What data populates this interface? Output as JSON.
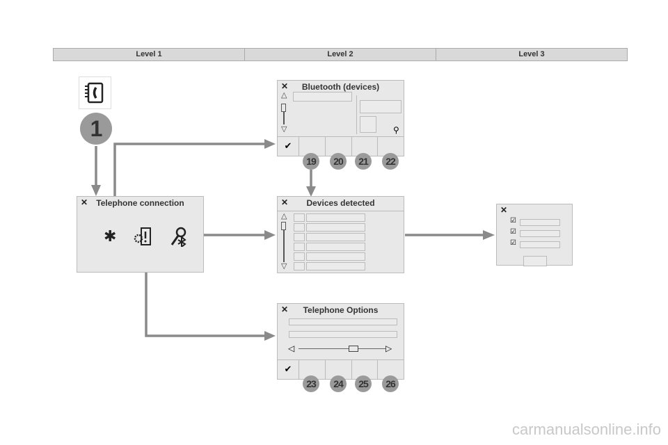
{
  "header": {
    "levels": [
      "Level 1",
      "Level 2",
      "Level 3"
    ]
  },
  "badge_main": "1",
  "panels": {
    "telephone_connection": {
      "title": "Telephone connection"
    },
    "bluetooth_devices": {
      "title": "Bluetooth (devices)",
      "confirm": "✔",
      "badges": [
        "19",
        "20",
        "21",
        "22"
      ]
    },
    "devices_detected": {
      "title": "Devices detected"
    },
    "telephone_options": {
      "title": "Telephone Options",
      "confirm": "✔",
      "badges": [
        "23",
        "24",
        "25",
        "26"
      ]
    }
  },
  "close_glyph": "✕",
  "watermark": "carmanualsonline.info"
}
